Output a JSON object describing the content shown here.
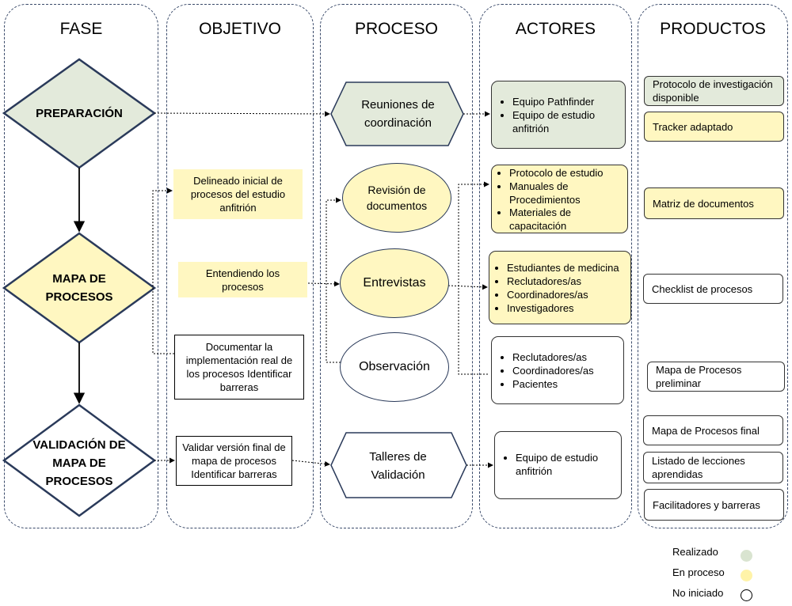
{
  "columns": {
    "fase": "FASE",
    "objetivo": "OBJETIVO",
    "proceso": "PROCESO",
    "actores": "ACTORES",
    "productos": "PRODUCTOS"
  },
  "fases": {
    "preparacion": "PREPARACIÓN",
    "mapa": "MAPA DE PROCESOS",
    "validacion": "VALIDACIÓN DE MAPA DE PROCESOS"
  },
  "objetivos": {
    "delineado": "Delineado inicial de procesos del estudio anfitrión",
    "entendiendo": "Entendiendo los procesos",
    "documentar": "Documentar la implementación real de los procesos Identificar barreras",
    "validar": "Validar versión final de mapa de procesos Identificar barreras"
  },
  "procesos": {
    "reuniones": "Reuniones de coordinación",
    "revision": "Revisión de documentos",
    "entrevistas": "Entrevistas",
    "observacion": "Observación",
    "talleres": "Talleres de Validación"
  },
  "actores": {
    "preparacion": [
      "Equipo Pathfinder",
      "Equipo de estudio anfitrión"
    ],
    "revision": [
      "Protocolo de estudio",
      "Manuales de Procedimientos",
      "Materiales de capacitación"
    ],
    "entrevistas": [
      "Estudiantes de medicina",
      "Reclutadores/as",
      "Coordinadores/as",
      "Investigadores"
    ],
    "observacion": [
      "Reclutadores/as",
      "Coordinadores/as",
      "Pacientes"
    ],
    "talleres": [
      "Equipo de estudio anfitrión"
    ]
  },
  "productos": [
    {
      "label": "Protocolo de investigación disponible",
      "status": "realizado"
    },
    {
      "label": "Tracker adaptado",
      "status": "en_proceso"
    },
    {
      "label": "Matriz de documentos",
      "status": "en_proceso"
    },
    {
      "label": "Checklist de procesos",
      "status": "no_iniciado"
    },
    {
      "label": "Mapa de Procesos preliminar",
      "status": "no_iniciado"
    },
    {
      "label": "Mapa de Procesos final",
      "status": "no_iniciado"
    },
    {
      "label": "Listado de lecciones aprendidas",
      "status": "no_iniciado"
    },
    {
      "label": "Facilitadores y barreras",
      "status": "no_iniciado"
    }
  ],
  "legend": {
    "realizado": "Realizado",
    "en_proceso": "En proceso",
    "no_iniciado": "No iniciado"
  },
  "colors": {
    "realizado": "#e3eadb",
    "en_proceso": "#fff7c1",
    "no_iniciado": "#ffffff",
    "border": "#2a3a5a"
  }
}
